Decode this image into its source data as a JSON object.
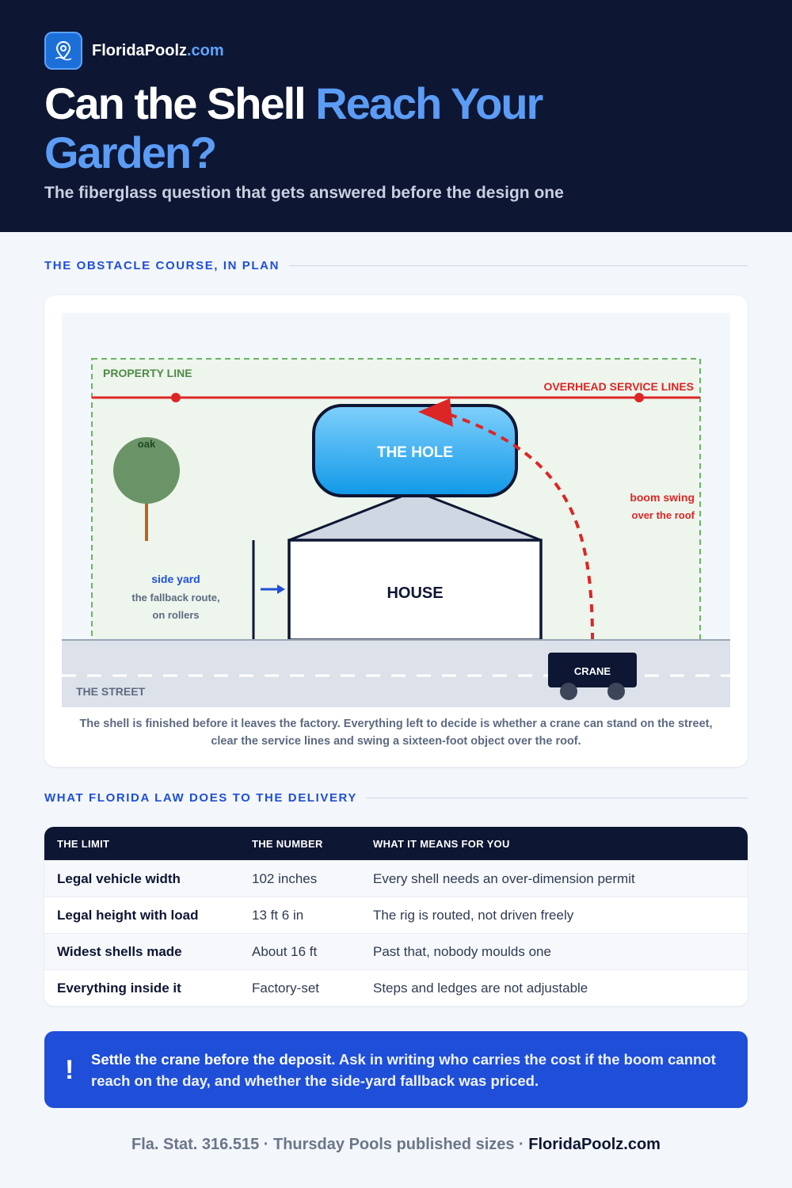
{
  "brand": {
    "name": "FloridaPoolz",
    "tld": ".com"
  },
  "hero": {
    "title_white": "Can the Shell ",
    "title_blue_1": "Reach Your",
    "title_blue_2": "Garden?",
    "subtitle": "The fiberglass question that gets answered before the design one"
  },
  "section1": {
    "title": "THE OBSTACLE COURSE, IN PLAN"
  },
  "diagram": {
    "property_line": "PROPERTY LINE",
    "service_lines": "OVERHEAD SERVICE LINES",
    "hole": "THE HOLE",
    "house": "HOUSE",
    "tree": "oak",
    "side_yard": "side yard",
    "side_yard_note_1": "the fallback route,",
    "side_yard_note_2": "on rollers",
    "boom_swing": "boom swing",
    "boom_swing_note": "over the roof",
    "crane": "CRANE",
    "street": "THE STREET",
    "colors": {
      "pool": "#1aa3ec",
      "service_lines": "#dc2626",
      "property_line": "#6cb463",
      "side_yard": "#1f4fd8"
    }
  },
  "caption": {
    "line1": "The shell is finished before it leaves the factory. Everything left to decide is whether a crane can stand on the street,",
    "line2": "clear the service lines and swing a sixteen-foot object over the roof."
  },
  "section2": {
    "title": "WHAT FLORIDA LAW DOES TO THE DELIVERY"
  },
  "table": {
    "headers": [
      "THE LIMIT",
      "THE NUMBER",
      "WHAT IT MEANS FOR YOU"
    ],
    "rows": [
      [
        "Legal vehicle width",
        "102 inches",
        "Every shell needs an over-dimension permit"
      ],
      [
        "Legal height with load",
        "13 ft 6 in",
        "The rig is routed, not driven freely"
      ],
      [
        "Widest shells made",
        "About 16 ft",
        "Past that, nobody moulds one"
      ],
      [
        "Everything inside it",
        "Factory-set",
        "Steps and ledges are not adjustable"
      ]
    ]
  },
  "callout": {
    "icon": "exclamation-icon",
    "lead": "Settle the crane before the deposit.",
    "body": " Ask in writing who carries the cost if the boom cannot reach on the day, and whether the side-yard fallback was priced."
  },
  "footer": {
    "sources": "Fla. Stat. 316.515 · Thursday Pools published sizes · ",
    "site": "FloridaPoolz.com"
  }
}
